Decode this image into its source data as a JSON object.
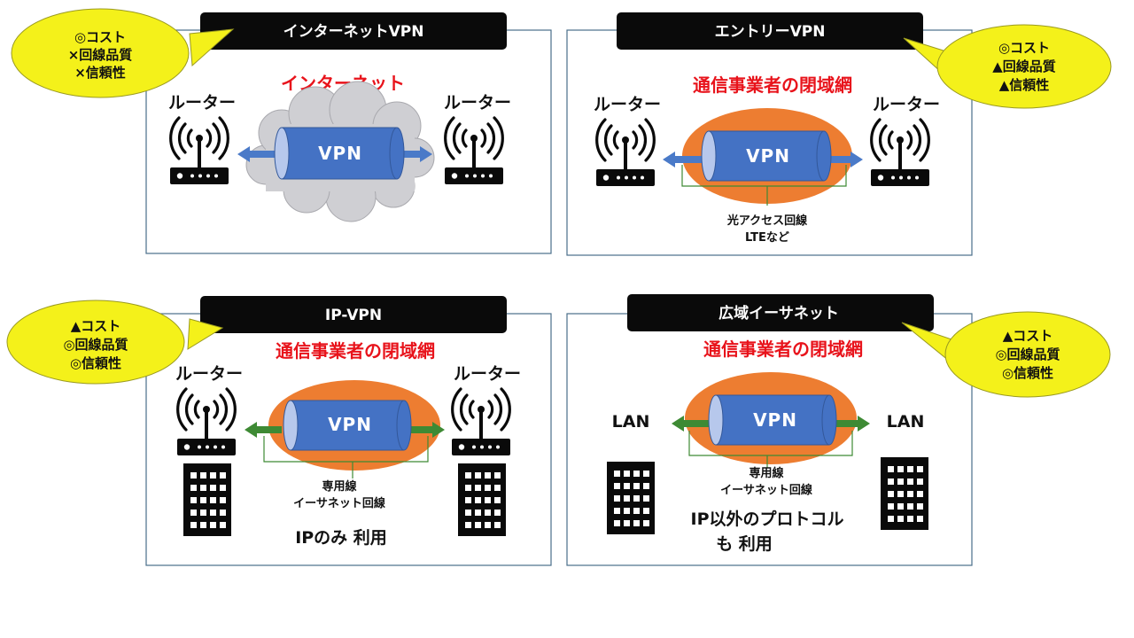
{
  "colors": {
    "panel_border": "#4a6f8a",
    "title_bar": "#0a0a0a",
    "bubble": "#f4f11a",
    "red_text": "#e8131b",
    "tube": "#4472c4",
    "tube_end": "#b7c8ec",
    "network_orange": "#ed7d31",
    "cloud": "#cfcfd3",
    "arrow_blue": "#4a7ac8",
    "arrow_green": "#3e8a34",
    "icon": "#0a0a0a"
  },
  "panels": [
    {
      "title": "インターネットVPN",
      "network_label": "インターネット",
      "network_style": "cloud",
      "tunnel_label": "VPN",
      "arrow_color": "blue",
      "left_endpoint": "ルーター",
      "right_endpoint": "ルーター",
      "left_icon": "router-icon",
      "right_icon": "router-icon",
      "bubble_lines": [
        "◎コスト",
        "×回線品質",
        "×信頼性"
      ],
      "bubble_side": "left"
    },
    {
      "title": "エントリーVPN",
      "network_label": "通信事業者の閉域網",
      "network_style": "closed-network",
      "tunnel_label": "VPN",
      "arrow_color": "blue",
      "left_endpoint": "ルーター",
      "right_endpoint": "ルーター",
      "left_icon": "router-icon",
      "right_icon": "router-icon",
      "line_note": [
        "光アクセス回線",
        "LTEなど"
      ],
      "bubble_lines": [
        "◎コスト",
        "▲回線品質",
        "▲信頼性"
      ],
      "bubble_side": "right"
    },
    {
      "title": "IP-VPN",
      "network_label": "通信事業者の閉域網",
      "network_style": "closed-network",
      "tunnel_label": "VPN",
      "arrow_color": "green",
      "left_endpoint": "ルーター",
      "right_endpoint": "ルーター",
      "left_icon": "router-icon",
      "right_icon": "router-icon",
      "extra_icon": "building-icon",
      "line_note": [
        "専用線",
        "イーサネット回線"
      ],
      "bottom_note": [
        "IPのみ 利用"
      ],
      "bubble_lines": [
        "▲コスト",
        "◎回線品質",
        "◎信頼性"
      ],
      "bubble_side": "left"
    },
    {
      "title": "広域イーサネット",
      "network_label": "通信事業者の閉域網",
      "network_style": "closed-network",
      "tunnel_label": "VPN",
      "arrow_color": "green",
      "left_endpoint": "LAN",
      "right_endpoint": "LAN",
      "left_icon": "building-icon",
      "right_icon": "building-icon",
      "line_note": [
        "専用線",
        "イーサネット回線"
      ],
      "bottom_note": [
        "IP以外のプロトコル",
        "も 利用"
      ],
      "bubble_lines": [
        "▲コスト",
        "◎回線品質",
        "◎信頼性"
      ],
      "bubble_side": "right"
    }
  ]
}
